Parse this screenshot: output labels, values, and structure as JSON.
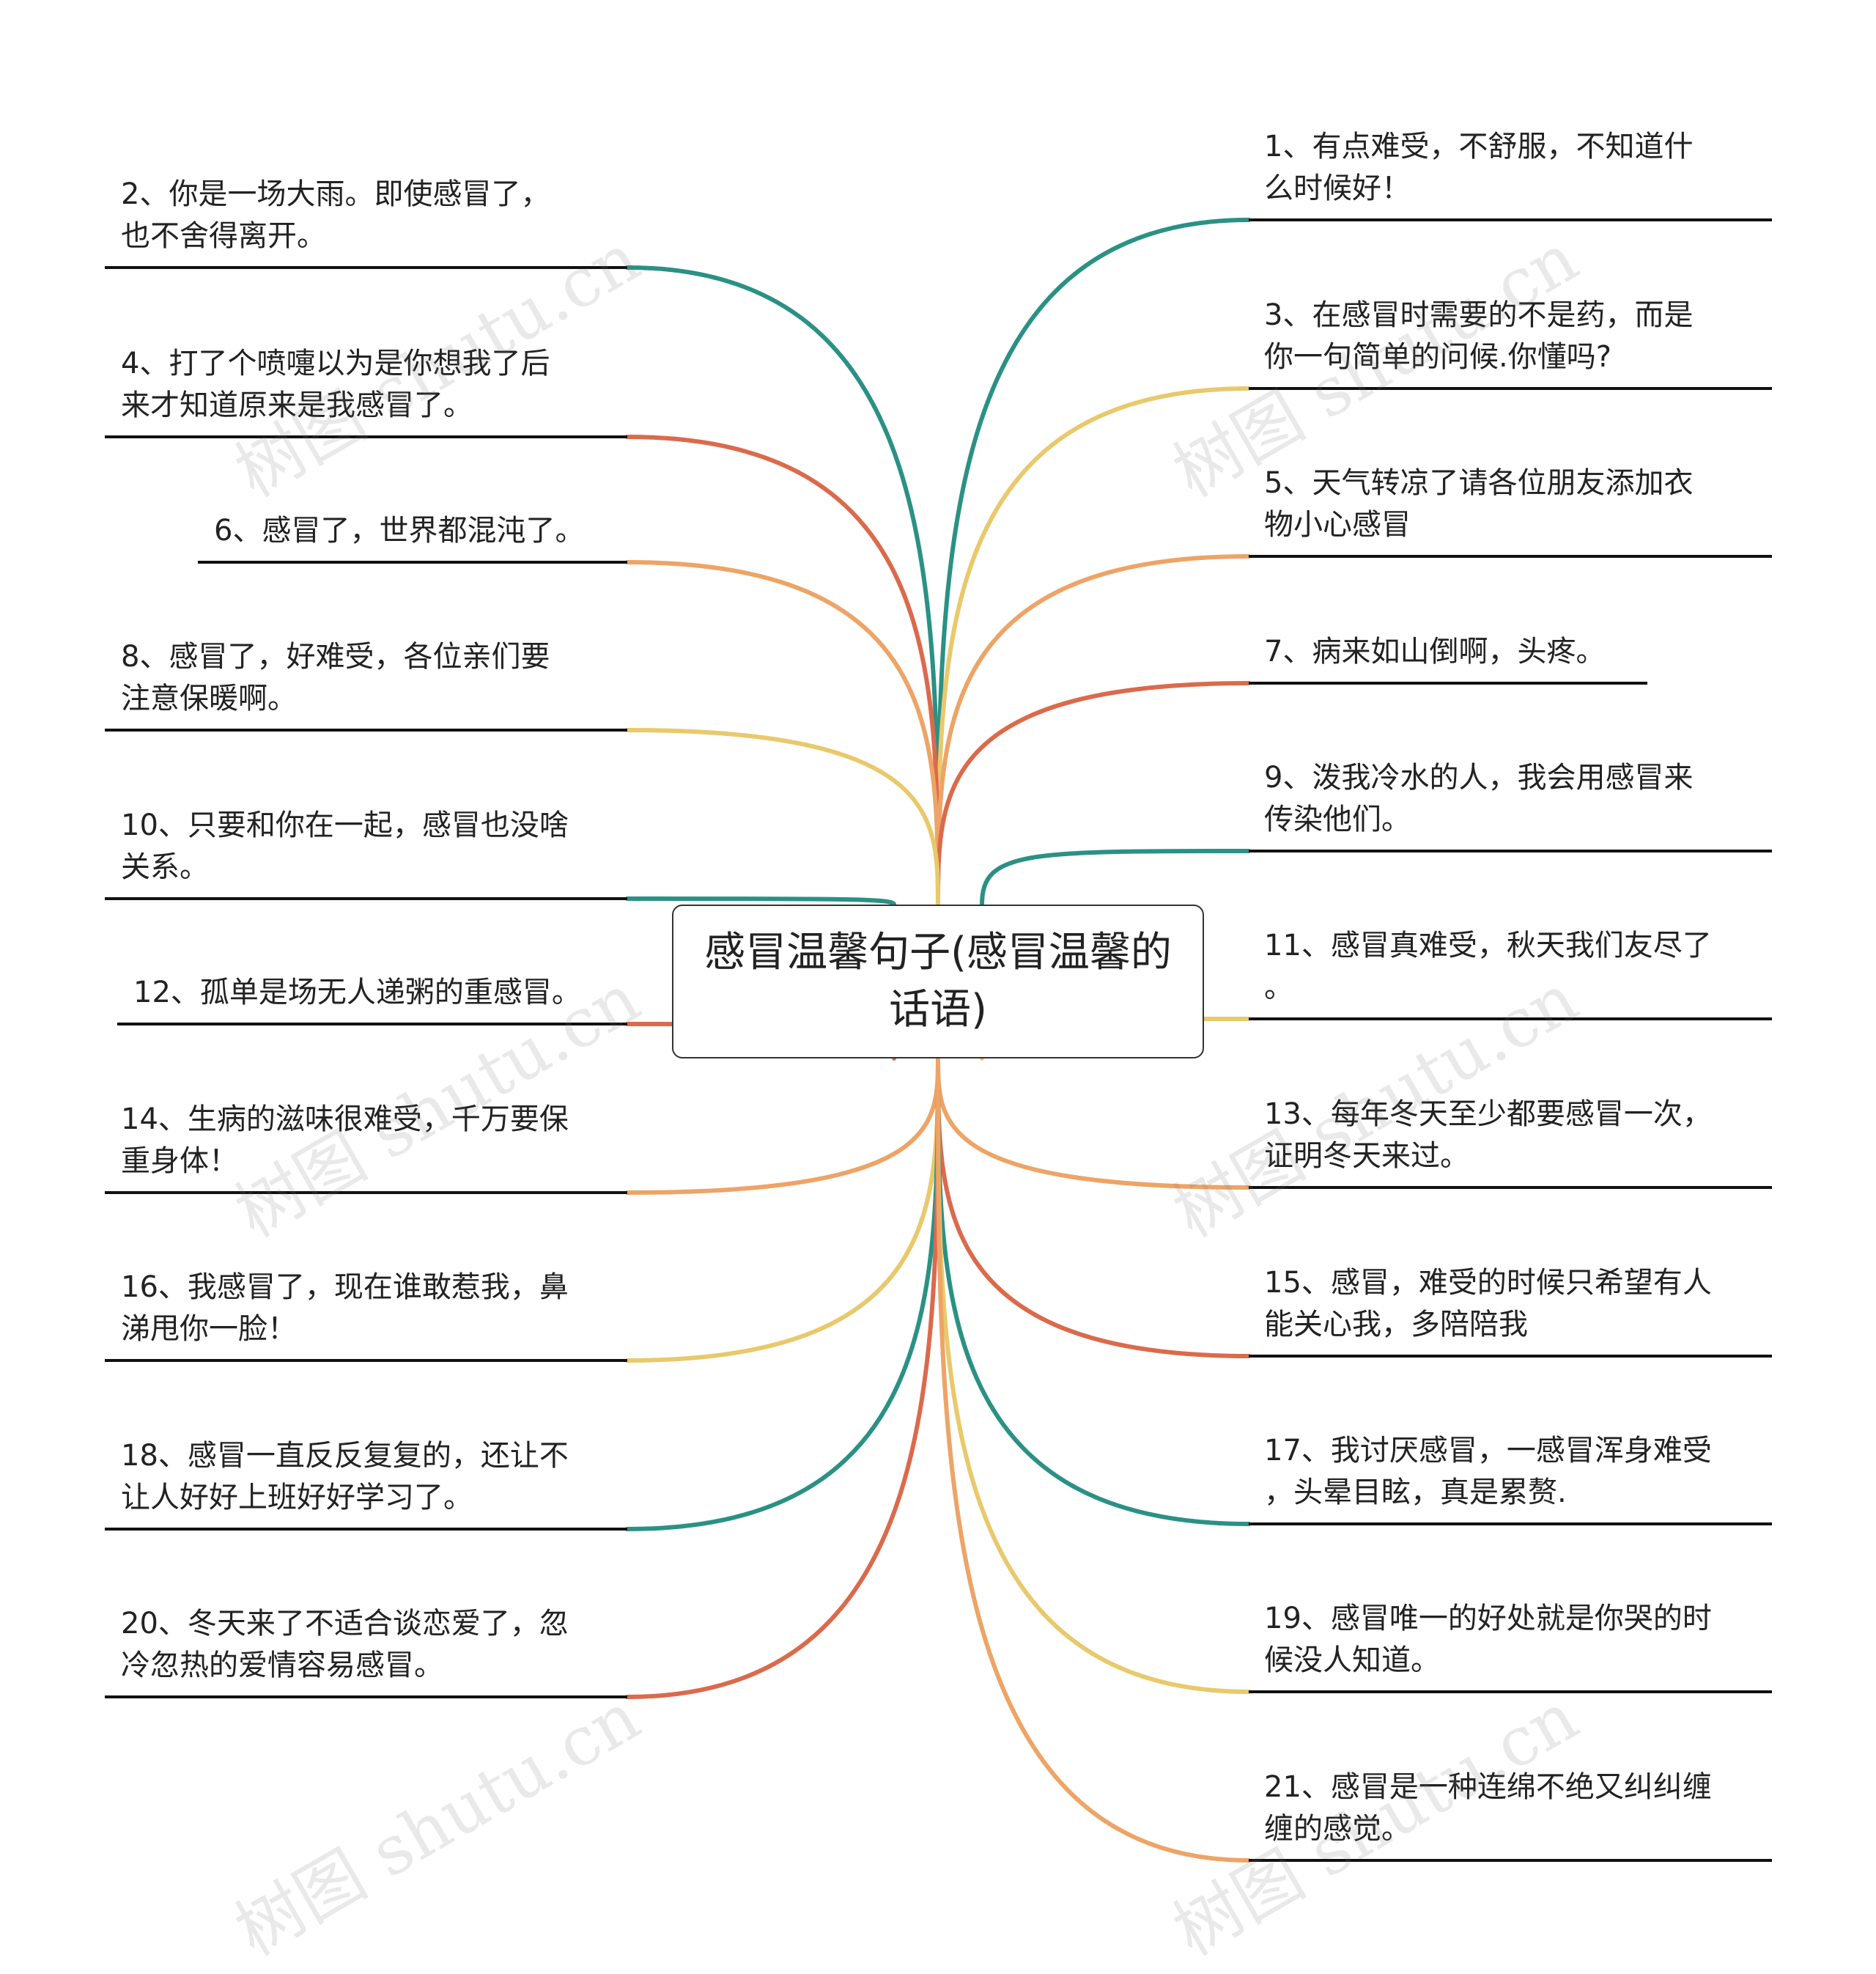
{
  "root": {
    "line1": "感冒温馨句子(感冒温馨的",
    "line2": "话语)"
  },
  "watermark": "树图 shutu.cn",
  "colors": {
    "teal": "#2a9184",
    "red": "#db6a4c",
    "orange": "#eda466",
    "yellow": "#e8c96b",
    "line": "#111111",
    "text": "#222222"
  },
  "nodes": [
    {
      "id": 1,
      "side": "right",
      "lines": [
        "1、有点难受，不舒服，不知道什",
        "么时候好！"
      ],
      "color": "teal"
    },
    {
      "id": 2,
      "side": "left",
      "lines": [
        "2、你是一场大雨。即使感冒了，",
        "也不舍得离开。"
      ],
      "color": "teal"
    },
    {
      "id": 3,
      "side": "right",
      "lines": [
        "3、在感冒时需要的不是药，而是",
        "你一句简单的问候.你懂吗?"
      ],
      "color": "yellow"
    },
    {
      "id": 4,
      "side": "left",
      "lines": [
        "4、打了个喷嚏以为是你想我了后",
        "来才知道原来是我感冒了。"
      ],
      "color": "red"
    },
    {
      "id": 5,
      "side": "right",
      "lines": [
        "5、天气转凉了请各位朋友添加衣",
        "物小心感冒"
      ],
      "color": "orange"
    },
    {
      "id": 6,
      "side": "left",
      "lines": [
        "6、感冒了，世界都混沌了。"
      ],
      "color": "orange"
    },
    {
      "id": 7,
      "side": "right",
      "lines": [
        "7、病来如山倒啊，头疼。"
      ],
      "color": "red"
    },
    {
      "id": 8,
      "side": "left",
      "lines": [
        "8、感冒了，好难受，各位亲们要",
        "注意保暖啊。"
      ],
      "color": "yellow"
    },
    {
      "id": 9,
      "side": "right",
      "lines": [
        "9、泼我冷水的人，我会用感冒来",
        "传染他们。"
      ],
      "color": "teal"
    },
    {
      "id": 10,
      "side": "left",
      "lines": [
        "10、只要和你在一起，感冒也没啥",
        "关系。"
      ],
      "color": "teal"
    },
    {
      "id": 11,
      "side": "right",
      "lines": [
        "11、感冒真难受，秋天我们友尽了",
        "。"
      ],
      "color": "yellow"
    },
    {
      "id": 12,
      "side": "left",
      "lines": [
        "12、孤单是场无人递粥的重感冒。"
      ],
      "color": "red"
    },
    {
      "id": 13,
      "side": "right",
      "lines": [
        "13、每年冬天至少都要感冒一次，",
        "证明冬天来过。"
      ],
      "color": "orange"
    },
    {
      "id": 14,
      "side": "left",
      "lines": [
        "14、生病的滋味很难受，千万要保",
        "重身体！"
      ],
      "color": "orange"
    },
    {
      "id": 15,
      "side": "right",
      "lines": [
        "15、感冒，难受的时候只希望有人",
        "能关心我，多陪陪我"
      ],
      "color": "red"
    },
    {
      "id": 16,
      "side": "left",
      "lines": [
        "16、我感冒了，现在谁敢惹我，鼻",
        "涕甩你一脸！"
      ],
      "color": "yellow"
    },
    {
      "id": 17,
      "side": "right",
      "lines": [
        "17、我讨厌感冒，一感冒浑身难受",
        "，头晕目眩，真是累赘."
      ],
      "color": "teal"
    },
    {
      "id": 18,
      "side": "left",
      "lines": [
        "18、感冒一直反反复复的，还让不",
        "让人好好上班好好学习了。"
      ],
      "color": "teal"
    },
    {
      "id": 19,
      "side": "right",
      "lines": [
        "19、感冒唯一的好处就是你哭的时",
        "候没人知道。"
      ],
      "color": "yellow"
    },
    {
      "id": 20,
      "side": "left",
      "lines": [
        "20、冬天来了不适合谈恋爱了，忽",
        "冷忽热的爱情容易感冒。"
      ],
      "color": "red"
    },
    {
      "id": 21,
      "side": "right",
      "lines": [
        "21、感冒是一种连绵不绝又纠纠缠",
        "缠的感觉。"
      ],
      "color": "orange"
    }
  ]
}
